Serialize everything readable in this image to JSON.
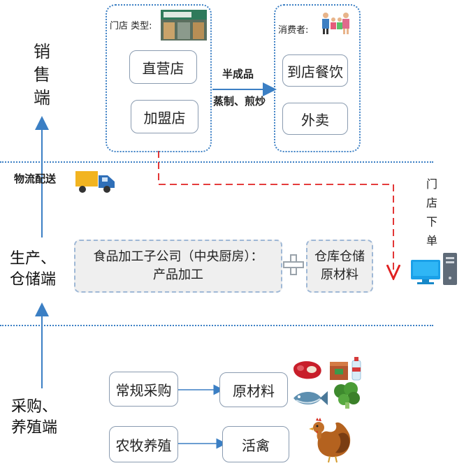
{
  "tiers": {
    "sales": [
      "销",
      "售",
      "端"
    ],
    "production_line1": "生产、",
    "production_line2": "仓储端",
    "procurement_line1": "采购、",
    "procurement_line2": "养殖端"
  },
  "store": {
    "type_label": "门店 类型:",
    "direct": "直营店",
    "franchise": "加盟店"
  },
  "consumer": {
    "label": "消费者:",
    "dine_in": "到店餐饮",
    "takeout": "外卖"
  },
  "product_flow": {
    "line1": "半成品",
    "line2": "蒸制、煎炒"
  },
  "logistics": "物流配送",
  "store_order": [
    "门",
    "店",
    "下",
    "单"
  ],
  "production": {
    "company_line1": "食品加工子公司（中央厨房）：",
    "company_line2": "产品加工",
    "warehouse_line1": "仓库仓储",
    "warehouse_line2": "原材料"
  },
  "procurement": {
    "regular": "常规采购",
    "raw": "原材料",
    "farming": "农牧养殖",
    "poultry": "活禽"
  },
  "icons": [
    "store-photo-icon",
    "family-icon",
    "truck-icon",
    "computer-icon",
    "plus-icon",
    "meat-icon",
    "drinks-icon",
    "fish-icon",
    "broccoli-icon",
    "hen-icon"
  ],
  "colors": {
    "accent_blue": "#3b7fc4",
    "order_red": "#e02020"
  }
}
